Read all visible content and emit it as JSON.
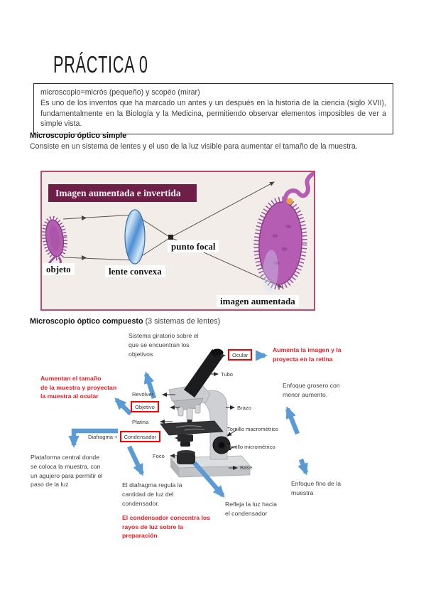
{
  "page": {
    "title": "PRÁCTICA 0"
  },
  "intro_box": {
    "line1": "microscopio=micrós (pequeño) y scopéo (mirar)",
    "line2": "Es uno de los inventos que ha marcado un antes y un después en la historia de la ciencia (siglo XVII), fundamentalmente en la Biología y la Medicina, permitiendo observar elementos imposibles de ver a simple vista."
  },
  "simple": {
    "heading": "Microscopio óptico simple",
    "body": "Consiste en un sistema de lentes y el uso de la luz visible para aumentar el tamaño de la muestra."
  },
  "figure": {
    "banner": "Imagen aumentada e invertida",
    "labels": {
      "objeto": "objeto",
      "lente": "lente convexa",
      "punto": "punto focal",
      "imagen": "imagen aumentada"
    }
  },
  "compound": {
    "heading_bold": "Microscopio óptico compuesto",
    "heading_normal": " (3 sistemas de lentes)"
  },
  "parts": {
    "ocular": "Ocular",
    "tubo": "Tubo",
    "revolver": "Revólver",
    "objetivo": "Objetivo",
    "brazo": "Brazo",
    "platina": "Platina",
    "diafragma": "Diafragma +",
    "condensador": "Condensador",
    "macro": "Tornillo macrométrico",
    "micro": "Tornillo micrométrico",
    "foco": "Foco",
    "base": "Base"
  },
  "notes": {
    "sistema": "Sistema giratorio sobre el\nque se encuentran los\nobjetivos",
    "aumenta_imagen": "Aumenta la imagen y la\nproyecta en la retina",
    "aumentan_tamano": "Aumentan el tamaño\nde la muestra y proyectan\nla muestra al ocular",
    "enfoque_grosero": "Enfoque grosero con\nmenor aumento.",
    "plataforma": "Plataforma central donde\nse coloca la muestra, con\nun agujero para permitir el\npaso de la luz",
    "diafragma_nota": "El diafragma regula la\ncantidad de luz del\ncondensador.",
    "condensador_nota": "El condensador concentra los\nrayos de luz sobre la\npreparación",
    "refleja": "Refleja la luz hacia\nel condensador",
    "enfoque_fino": "Enfoque fino de la\nmuestra"
  },
  "colors": {
    "accent_red": "#ee1c24",
    "highlight_box_red": "#fe0000",
    "arrow_blue": "#5b9bd5",
    "banner_maroon": "#6e1f47",
    "figure_border_pink": "#bf4a6e",
    "bacteria_purple": "#b55cb3",
    "lens_blue": "#4d8fd4"
  }
}
